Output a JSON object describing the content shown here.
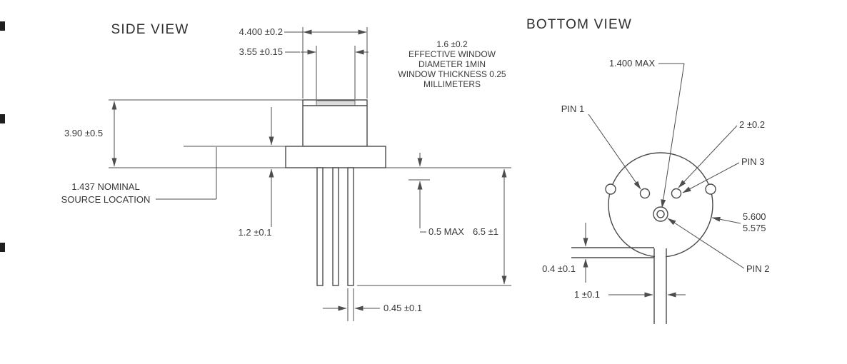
{
  "page": {
    "background": "#ffffff",
    "line_color": "#4d4d4d",
    "text_color": "#383838"
  },
  "side_view": {
    "title": "SIDE VIEW",
    "dims": {
      "cap_diameter": "4.400 ±0.2",
      "window_outer": "3.55 ±0.15",
      "height": "3.90 ±0.5",
      "source_line1": "1.437  NOMINAL",
      "source_line2": "SOURCE LOCATION",
      "flange_thickness": "1.2 ±0.1",
      "protrusion": "0.5  MAX",
      "pin_length": "6.5 ±1",
      "pin_diameter": "0.45 ±0.1"
    },
    "window_note": [
      "1.6 ±0.2",
      "EFFECTIVE WINDOW",
      "DIAMETER 1MIN",
      "WINDOW THICKNESS 0.25",
      "MILLIMETERS"
    ]
  },
  "bottom_view": {
    "title": "BOTTOM VIEW",
    "dims": {
      "pin_circle": "1.400  MAX",
      "pin1": "PIN 1",
      "pin_spacing": "2 ±0.2",
      "pin3": "PIN 3",
      "diameter_upper": "5.600",
      "diameter_lower": "5.575",
      "pin2": "PIN 2",
      "tab_thickness": "0.4  ±0.1",
      "tab_width": "1 ±0.1"
    }
  }
}
